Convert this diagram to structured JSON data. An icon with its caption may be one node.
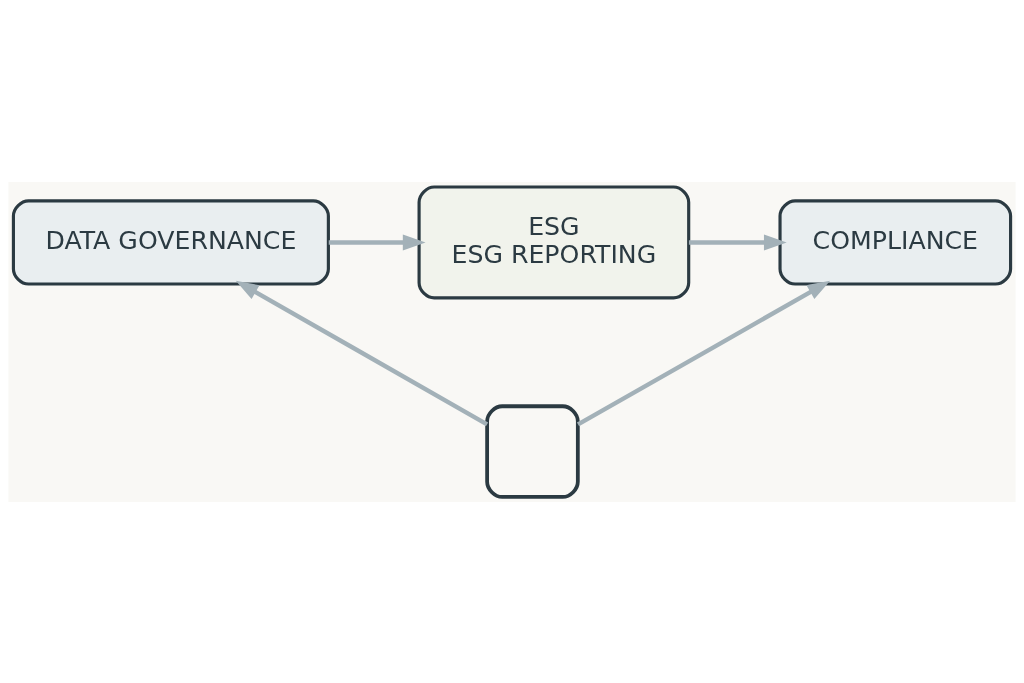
{
  "diagram": {
    "nodes": [
      {
        "text": [
          "DATA GOVERNANCE"
        ]
      },
      {
        "text": [
          "ESG",
          "ESG REPORTING"
        ]
      },
      {
        "text": [
          "COMPLIANCE"
        ]
      },
      {
        "text": [],
        "shape": "box"
      }
    ],
    "edges": [
      {
        "from": 0,
        "to": 1,
        "arrow": "to"
      },
      {
        "from": 1,
        "to": 2,
        "arrow": "to"
      },
      {
        "from": 3,
        "to": 0,
        "arrow": "to"
      },
      {
        "from": 3,
        "to": 2,
        "arrow": "to"
      }
    ]
  }
}
